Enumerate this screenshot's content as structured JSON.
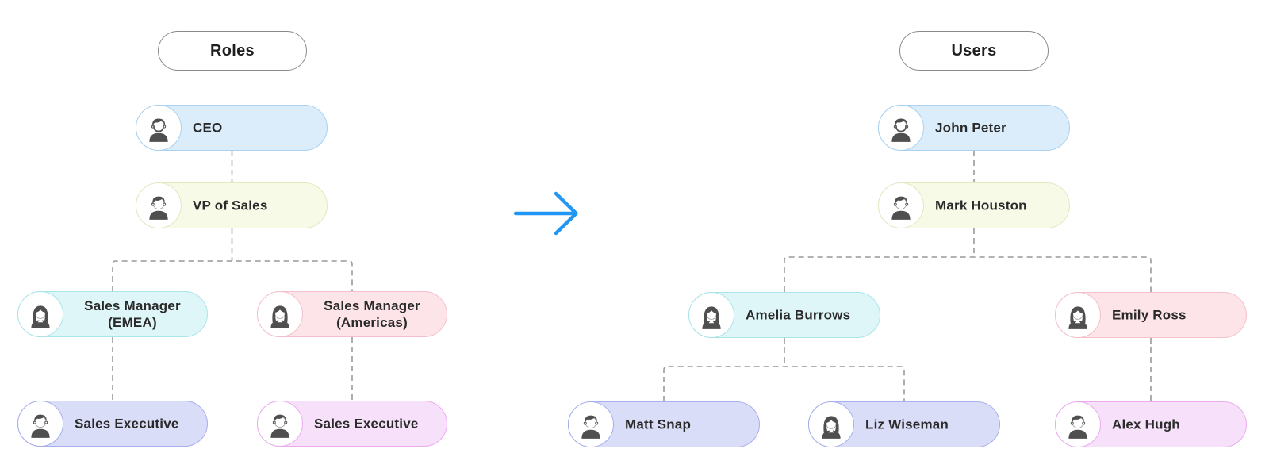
{
  "page": {
    "background": "#ffffff"
  },
  "palette": {
    "blue": {
      "fill": "#DBEDFB",
      "border": "#A9D2F0"
    },
    "yellow": {
      "fill": "#F8FAE8",
      "border": "#E3E8C0"
    },
    "teal": {
      "fill": "#DFF6F8",
      "border": "#A8E5E8"
    },
    "red": {
      "fill": "#FCE4E8",
      "border": "#F5C0CB"
    },
    "purple": {
      "fill": "#D9DDF8",
      "border": "#A7AFEC"
    },
    "magenta": {
      "fill": "#F7E0F9",
      "border": "#EAACEF"
    }
  },
  "connector_color": "#999999",
  "arrow_color": "#2196F3",
  "roles_chart": {
    "title": "Roles",
    "nodes": {
      "ceo": {
        "label": "CEO",
        "variant": "blue",
        "avatar_icon": "male-beard-avatar-icon"
      },
      "vp": {
        "label": "VP of Sales",
        "variant": "yellow",
        "avatar_icon": "male-avatar-icon"
      },
      "sm_emea": {
        "label": "Sales Manager (EMEA)",
        "variant": "teal",
        "avatar_icon": "female-avatar-icon"
      },
      "sm_americas": {
        "label": "Sales Manager (Americas)",
        "variant": "red",
        "avatar_icon": "female-avatar-icon"
      },
      "se_west": {
        "label": "Sales Executive",
        "variant": "purple",
        "avatar_icon": "male-avatar-icon"
      },
      "se_east": {
        "label": "Sales Executive",
        "variant": "magenta",
        "avatar_icon": "male-avatar-icon"
      }
    },
    "edges": [
      [
        "ceo",
        "vp"
      ],
      [
        "vp",
        "sm_emea"
      ],
      [
        "vp",
        "sm_americas"
      ],
      [
        "sm_emea",
        "se_west"
      ],
      [
        "sm_americas",
        "se_east"
      ]
    ]
  },
  "users_chart": {
    "title": "Users",
    "nodes": {
      "john": {
        "label": "John Peter",
        "variant": "blue",
        "avatar_icon": "male-beard-avatar-icon"
      },
      "mark": {
        "label": "Mark Houston",
        "variant": "yellow",
        "avatar_icon": "male-avatar-icon"
      },
      "amelia": {
        "label": "Amelia Burrows",
        "variant": "teal",
        "avatar_icon": "female-avatar-icon"
      },
      "emily": {
        "label": "Emily Ross",
        "variant": "red",
        "avatar_icon": "female-avatar-icon"
      },
      "matt": {
        "label": "Matt Snap",
        "variant": "purple",
        "avatar_icon": "male-avatar-icon"
      },
      "liz": {
        "label": "Liz Wiseman",
        "variant": "purple",
        "avatar_icon": "female-avatar-icon"
      },
      "alex": {
        "label": "Alex Hugh",
        "variant": "magenta",
        "avatar_icon": "male-avatar-icon"
      }
    },
    "edges": [
      [
        "john",
        "mark"
      ],
      [
        "mark",
        "amelia"
      ],
      [
        "mark",
        "emily"
      ],
      [
        "amelia",
        "matt"
      ],
      [
        "amelia",
        "liz"
      ],
      [
        "emily",
        "alex"
      ]
    ]
  }
}
